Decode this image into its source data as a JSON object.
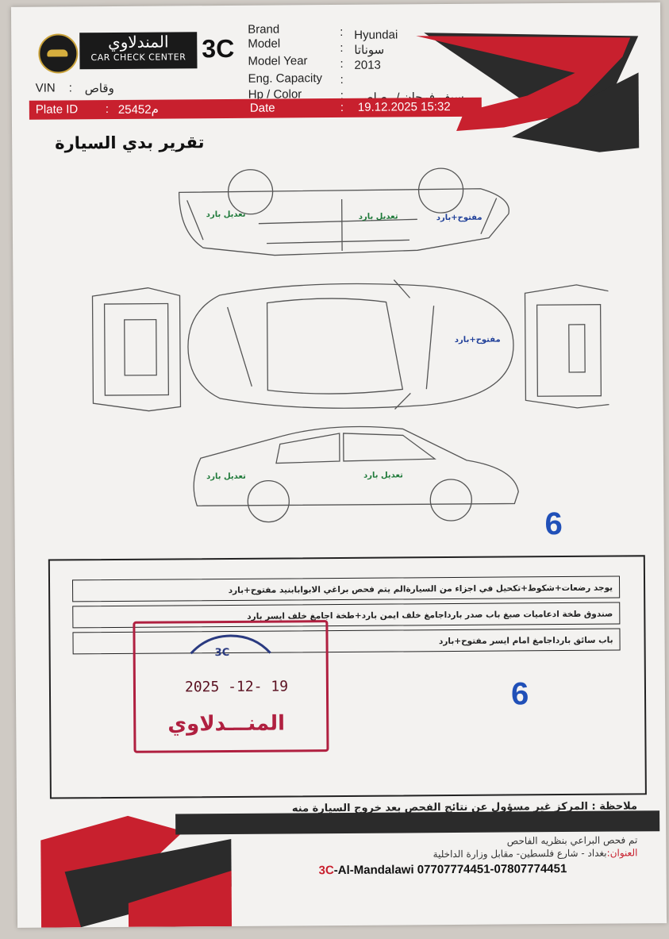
{
  "header": {
    "logo_arabic": "المندلاوي",
    "logo_english": "CAR CHECK CENTER",
    "logo_3c": "3C",
    "brand_label": "Brand",
    "brand_value": "Hyundai",
    "model_label": "Model",
    "model_value": "سوناتا",
    "year_label": "Model Year",
    "year_value": "2013",
    "eng_label": "Eng. Capacity",
    "hp_label": "Hp / Color",
    "hp_value": "سيف فرحان / رصاصي",
    "vin_label": "VIN",
    "vin_value": "وقاص",
    "plate_label": "Plate ID",
    "plate_value": "25452م",
    "date_label": "Date",
    "date_value": "19.12.2025 15:32",
    "colon": ":"
  },
  "report_title": "تقرير بدي السيارة",
  "annotations": {
    "underside_left": "تعديل بارد",
    "underside_mid": "تعديل بارد",
    "underside_right": "مفتوح+بارد",
    "top_right": "مفتوح+بارد",
    "side_left": "تعديل بارد",
    "side_mid": "تعديل بارد"
  },
  "score_top": "6",
  "notes": [
    "يوجد رضعات+شكوط+تكحيل في اجزاء من السيارةالم يتم فحص براغي الابوابابنيد مفتوح+بارد",
    "صندوق طخة ادعاميات صبغ باب صدر بارداجامغ خلف ايمن بارد+طخة اجامغ خلف ايسر بارد",
    "باب سائق بارداجامغ امام ايسر مفتوح+بارد"
  ],
  "stamp": {
    "date": "2025 -12- 19",
    "name": "المنـــدلاوي",
    "logo": "3C"
  },
  "score_box": "6",
  "footer": {
    "note_line1": "ملاحظة : المركز غير مسؤول عن نتائج الفحص بعد خروج السيارة منه",
    "inspector": "تم فحص البراعي بنظريه الفاحص",
    "address_label": "العنوان:",
    "address": "بغداد - شارع فلسطين- مقابل وزارة الداخلية",
    "brand_prefix": "3C",
    "phones": "-Al-Mandalawi 07707774451-07807774451"
  },
  "colors": {
    "brand_red": "#c8202e",
    "dark": "#2b2b2b",
    "green_ink": "#1f7a3a",
    "blue_ink": "#1f3f99",
    "stamp_red": "#b02040"
  }
}
